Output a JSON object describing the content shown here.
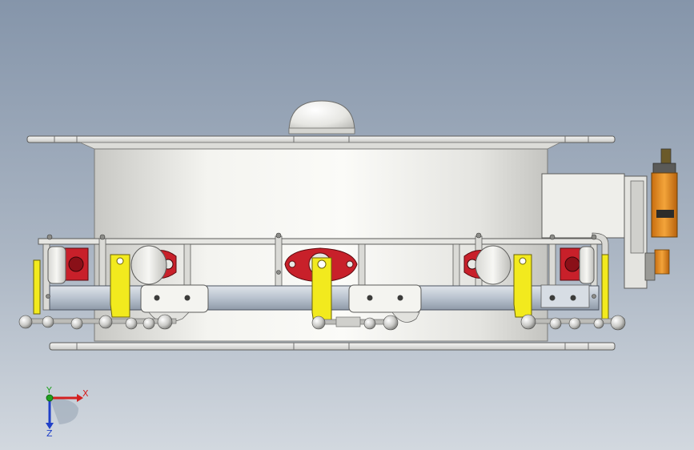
{
  "triad": {
    "x_label": "X",
    "y_label": "Y",
    "z_label": "Z"
  },
  "colors": {
    "background_top": "#8a99ad",
    "background_bottom": "#cfd6de",
    "plate": "#e8e8e6",
    "drum": "#eeeeea",
    "bracket_yellow": "#f2ea1e",
    "bearing_red": "#c8202a",
    "actuator_orange": "#e08a1a",
    "axis_x": "#d42020",
    "axis_y": "#20a020",
    "axis_z": "#2040c8"
  }
}
